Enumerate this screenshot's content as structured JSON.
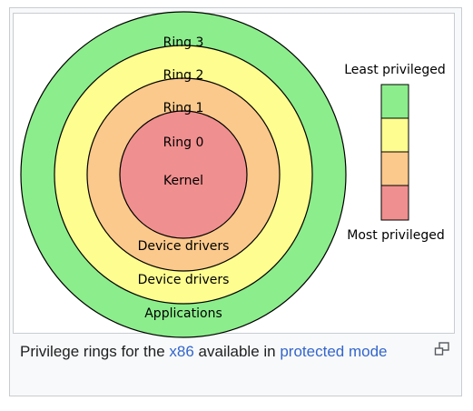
{
  "diagram": {
    "rings": [
      {
        "title": "Ring 3",
        "bottom_label": "Applications",
        "color": "#8ced8c"
      },
      {
        "title": "Ring 2",
        "bottom_label": "Device drivers",
        "color": "#fdfd90"
      },
      {
        "title": "Ring 1",
        "bottom_label": "Device drivers",
        "color": "#fbc98b"
      },
      {
        "title": "Ring 0",
        "bottom_label": "Kernel",
        "color": "#f08f8f"
      }
    ],
    "legend": {
      "top_label": "Least privileged",
      "bottom_label": "Most privileged"
    },
    "stroke_color": "#000000"
  },
  "caption": {
    "part1": "Privilege rings for the ",
    "link1": "x86",
    "part2": " available in ",
    "link2": "protected mode"
  },
  "icons": {
    "enlarge": "magnify-icon"
  }
}
